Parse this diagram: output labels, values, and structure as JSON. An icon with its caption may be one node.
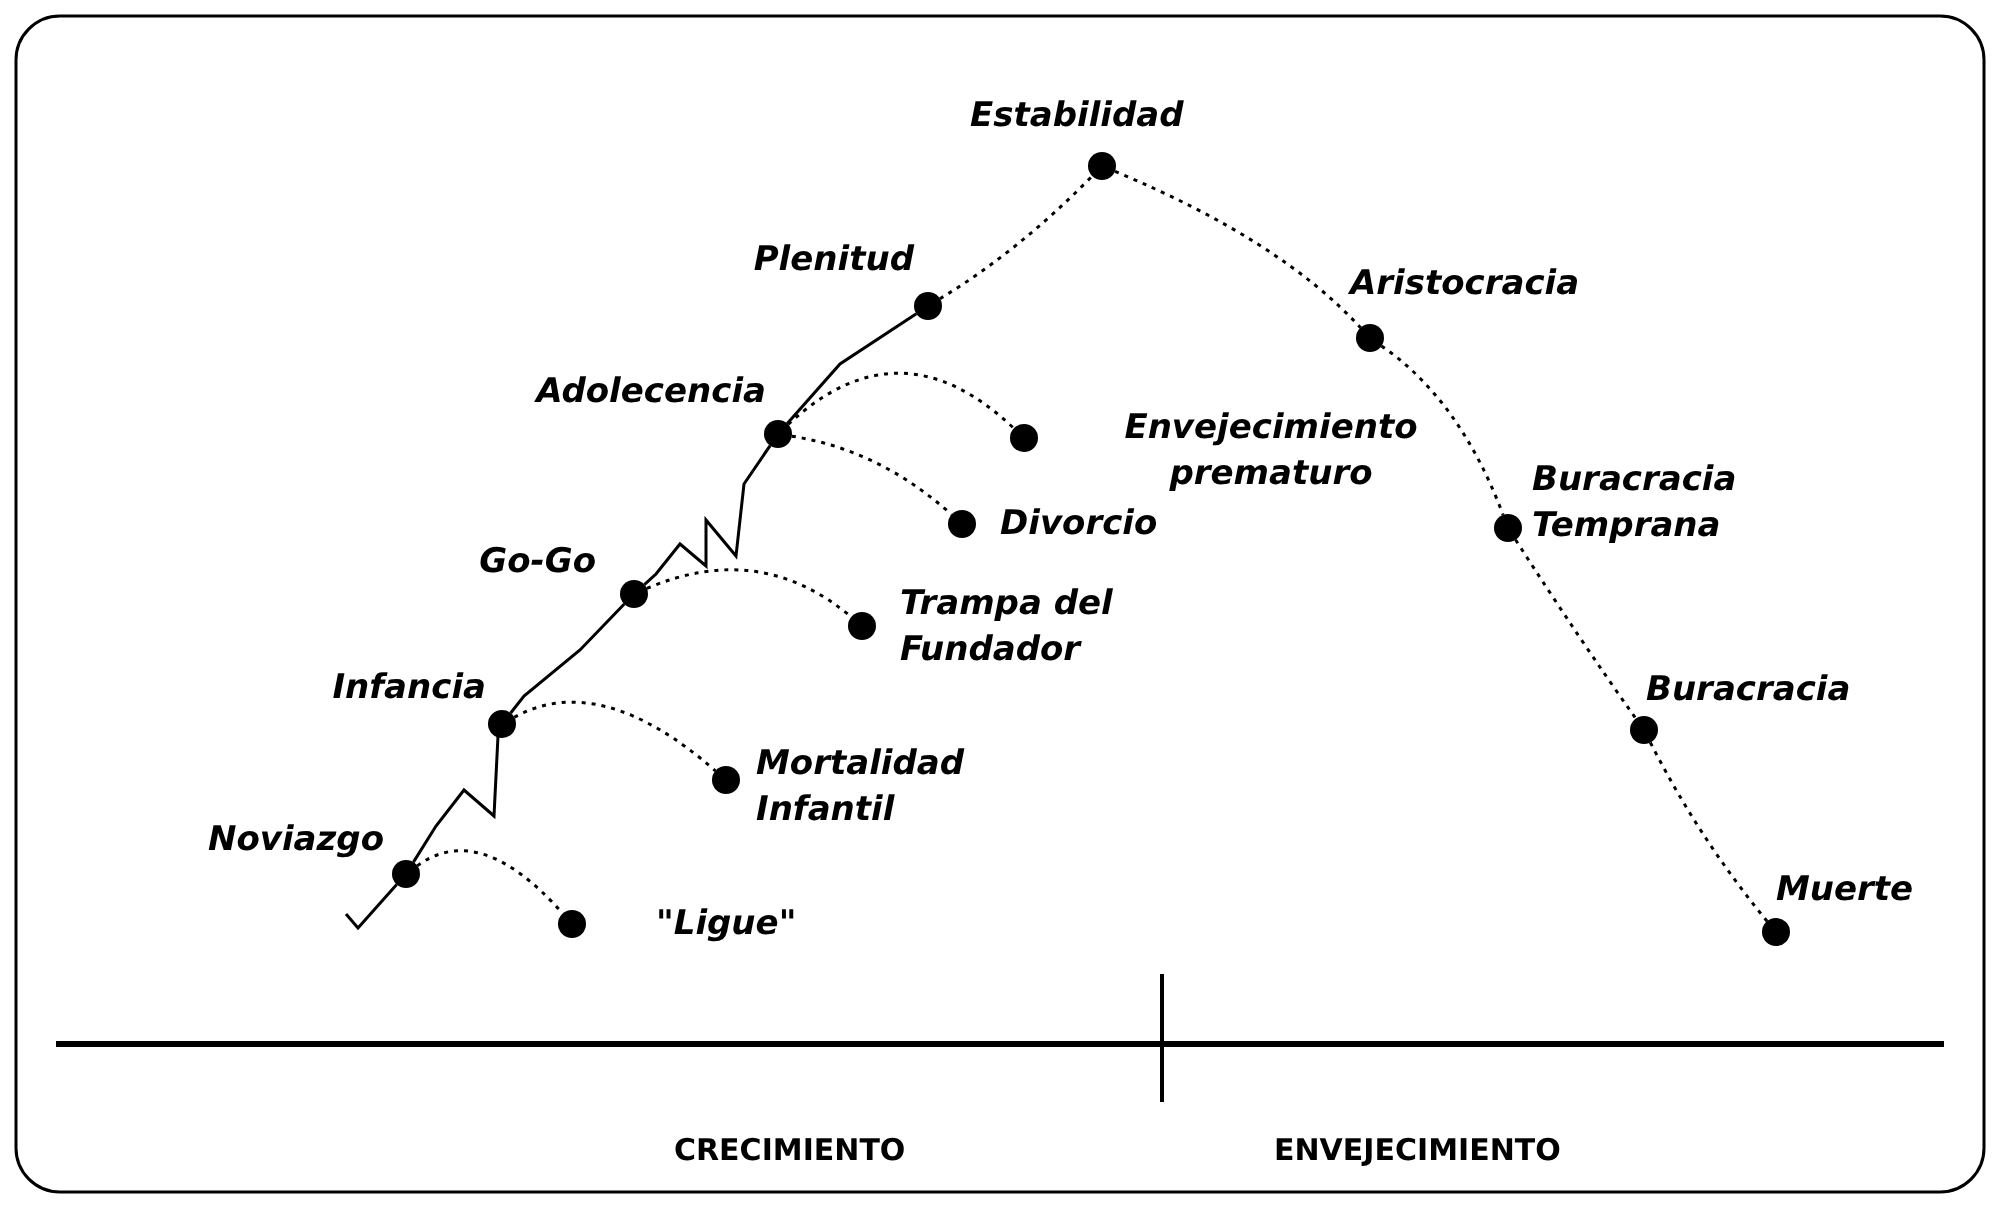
{
  "diagram": {
    "nodes": [
      {
        "text": [
          "Estabilidad"
        ]
      },
      {
        "text": [
          "Plenitud"
        ]
      },
      {
        "text": [
          "Aristocracia"
        ]
      },
      {
        "text": [
          "Adolecencia"
        ]
      },
      {
        "text": [
          "Envejecimiento prematuro"
        ]
      },
      {
        "text": [
          "Buracracia Temprana"
        ]
      },
      {
        "text": [
          "Divorcio"
        ]
      },
      {
        "text": [
          "Go-Go"
        ]
      },
      {
        "text": [
          "Trampa del Fundador"
        ]
      },
      {
        "text": [
          "Infancia"
        ]
      },
      {
        "text": [
          "Buracracia"
        ]
      },
      {
        "text": [
          "Mortalidad Infantil"
        ]
      },
      {
        "text": [
          "Noviazgo"
        ]
      },
      {
        "text": [
          "Muerte"
        ]
      },
      {
        "text": [
          "\"Ligue\""
        ]
      }
    ],
    "edges": [
      {
        "from": null,
        "to": 12,
        "arrow": "none"
      },
      {
        "from": 12,
        "to": 9,
        "arrow": "none"
      },
      {
        "from": 9,
        "to": 7,
        "arrow": "none"
      },
      {
        "from": 7,
        "to": 3,
        "arrow": "none"
      },
      {
        "from": 3,
        "to": 1,
        "arrow": "none"
      },
      {
        "from": 1,
        "to": 0,
        "arrow": "none",
        "style": "dashed"
      },
      {
        "from": 0,
        "to": 2,
        "arrow": "none",
        "style": "dashed"
      },
      {
        "from": 2,
        "to": 5,
        "arrow": "none",
        "style": "dashed"
      },
      {
        "from": 5,
        "to": 10,
        "arrow": "none",
        "style": "dashed"
      },
      {
        "from": 10,
        "to": 13,
        "arrow": "none",
        "style": "dashed"
      },
      {
        "from": 12,
        "to": 14,
        "arrow": "none",
        "style": "dashed"
      },
      {
        "from": 9,
        "to": 11,
        "arrow": "none",
        "style": "dashed"
      },
      {
        "from": 7,
        "to": 8,
        "arrow": "none",
        "style": "dashed"
      },
      {
        "from": 3,
        "to": 4,
        "arrow": "none",
        "style": "dashed"
      },
      {
        "from": 3,
        "to": 6,
        "arrow": "none",
        "style": "dashed"
      }
    ],
    "labels": [
      "CRECIMIENTO",
      "ENVEJECIMIENTO"
    ]
  }
}
